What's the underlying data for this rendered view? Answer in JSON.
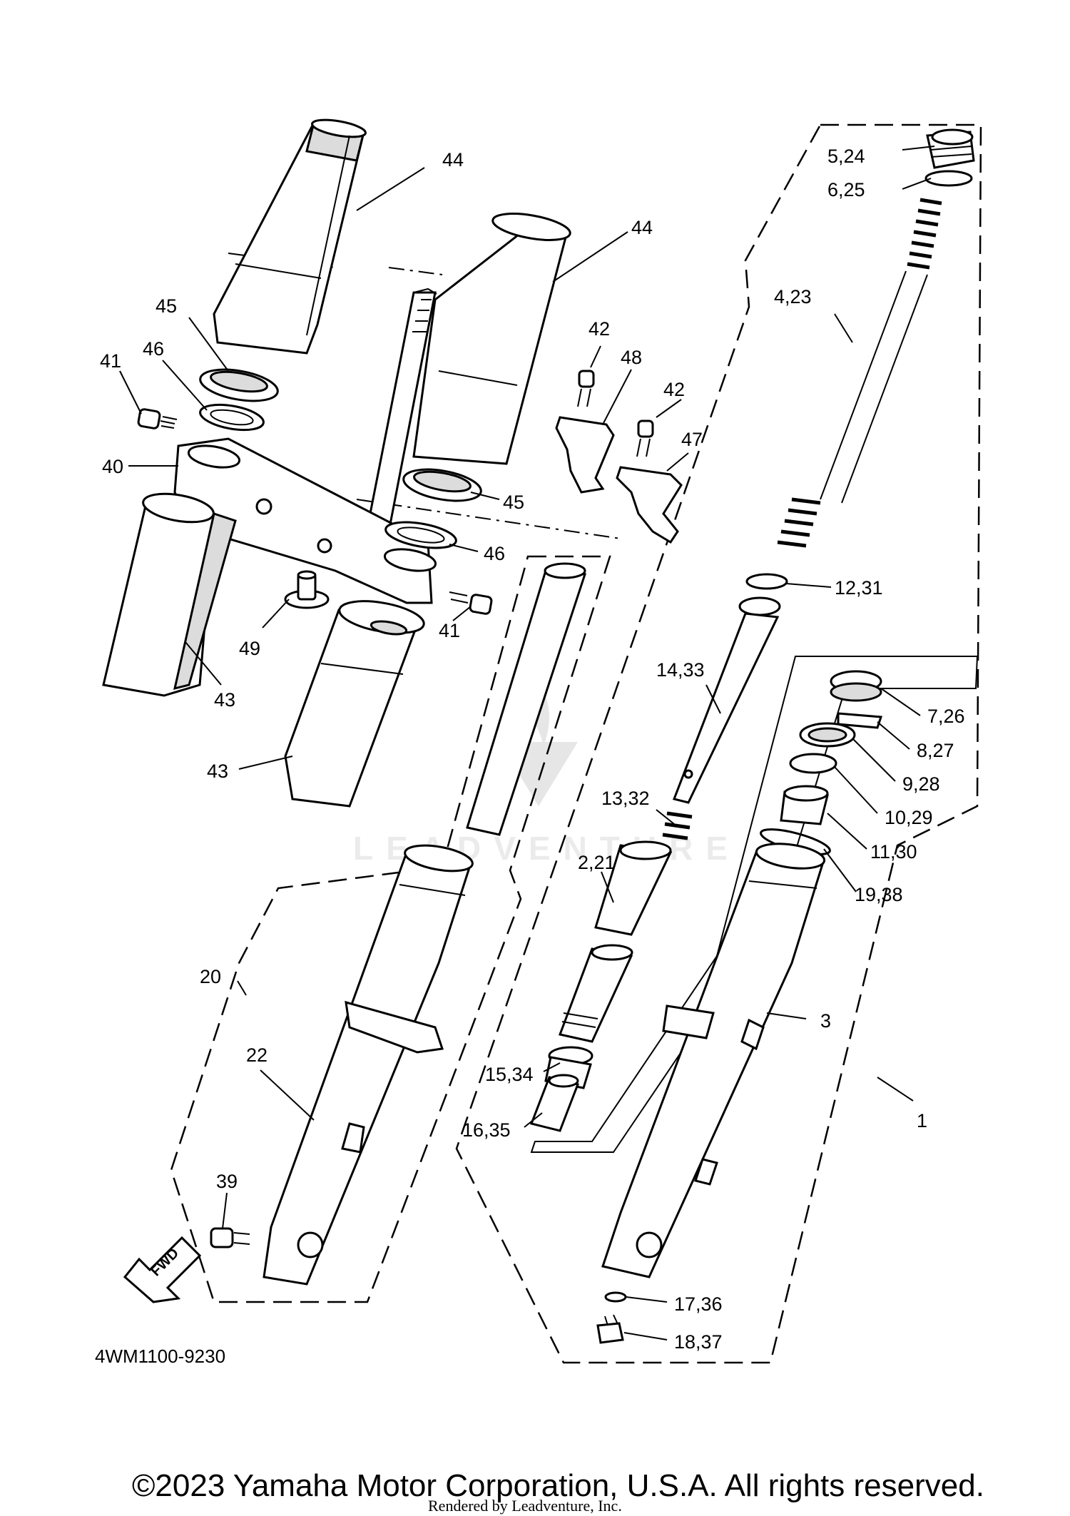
{
  "diagram_code": "4WM1100-9230",
  "copyright": "©2023 Yamaha Motor Corporation, U.S.A. All rights reserved.",
  "rendered_by": "Rendered by Leadventure, Inc.",
  "watermark": "LEADVENTURE",
  "fwd_label": "FWD",
  "labels": {
    "l44a": "44",
    "l44b": "44",
    "l45a": "45",
    "l46a": "46",
    "l41a": "41",
    "l40": "40",
    "l42a": "42",
    "l48": "48",
    "l42b": "42",
    "l47": "47",
    "l45b": "45",
    "l46b": "46",
    "l41b": "41",
    "l49": "49",
    "l43a": "43",
    "l43b": "43",
    "l5_24": "5,24",
    "l6_25": "6,25",
    "l4_23": "4,23",
    "l12_31": "12,31",
    "l14_33": "14,33",
    "l7_26": "7,26",
    "l8_27": "8,27",
    "l9_28": "9,28",
    "l10_29": "10,29",
    "l13_32": "13,32",
    "l11_30": "11,30",
    "l2_21": "2,21",
    "l19_38": "19,38",
    "l20": "20",
    "l3": "3",
    "l22": "22",
    "l15_34": "15,34",
    "l1": "1",
    "l16_35": "16,35",
    "l39": "39",
    "l17_36": "17,36",
    "l18_37": "18,37"
  }
}
